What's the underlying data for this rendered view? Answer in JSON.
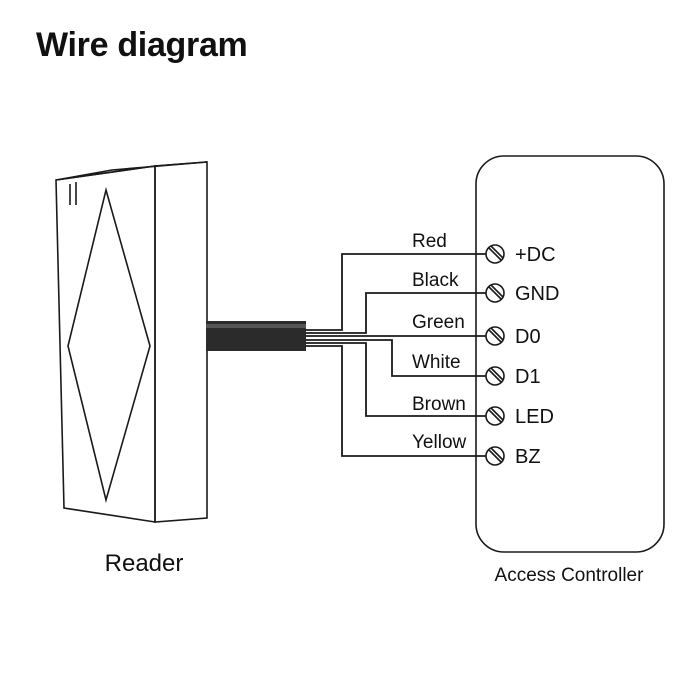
{
  "title": "Wire diagram",
  "reader": {
    "label": "Reader"
  },
  "controller": {
    "label": "Access Controller"
  },
  "wires": [
    {
      "color_name": "Red",
      "terminal": "+DC"
    },
    {
      "color_name": "Black",
      "terminal": "GND"
    },
    {
      "color_name": "Green",
      "terminal": "D0"
    },
    {
      "color_name": "White",
      "terminal": "D1"
    },
    {
      "color_name": "Brown",
      "terminal": "LED"
    },
    {
      "color_name": "Yellow",
      "terminal": "BZ"
    }
  ],
  "icons": {
    "terminal": "screw-terminal-icon",
    "reader_mark": "diamond-outline-icon"
  },
  "colors": {
    "ink": "#1a1a1a",
    "cable": "#2b2b2b"
  }
}
